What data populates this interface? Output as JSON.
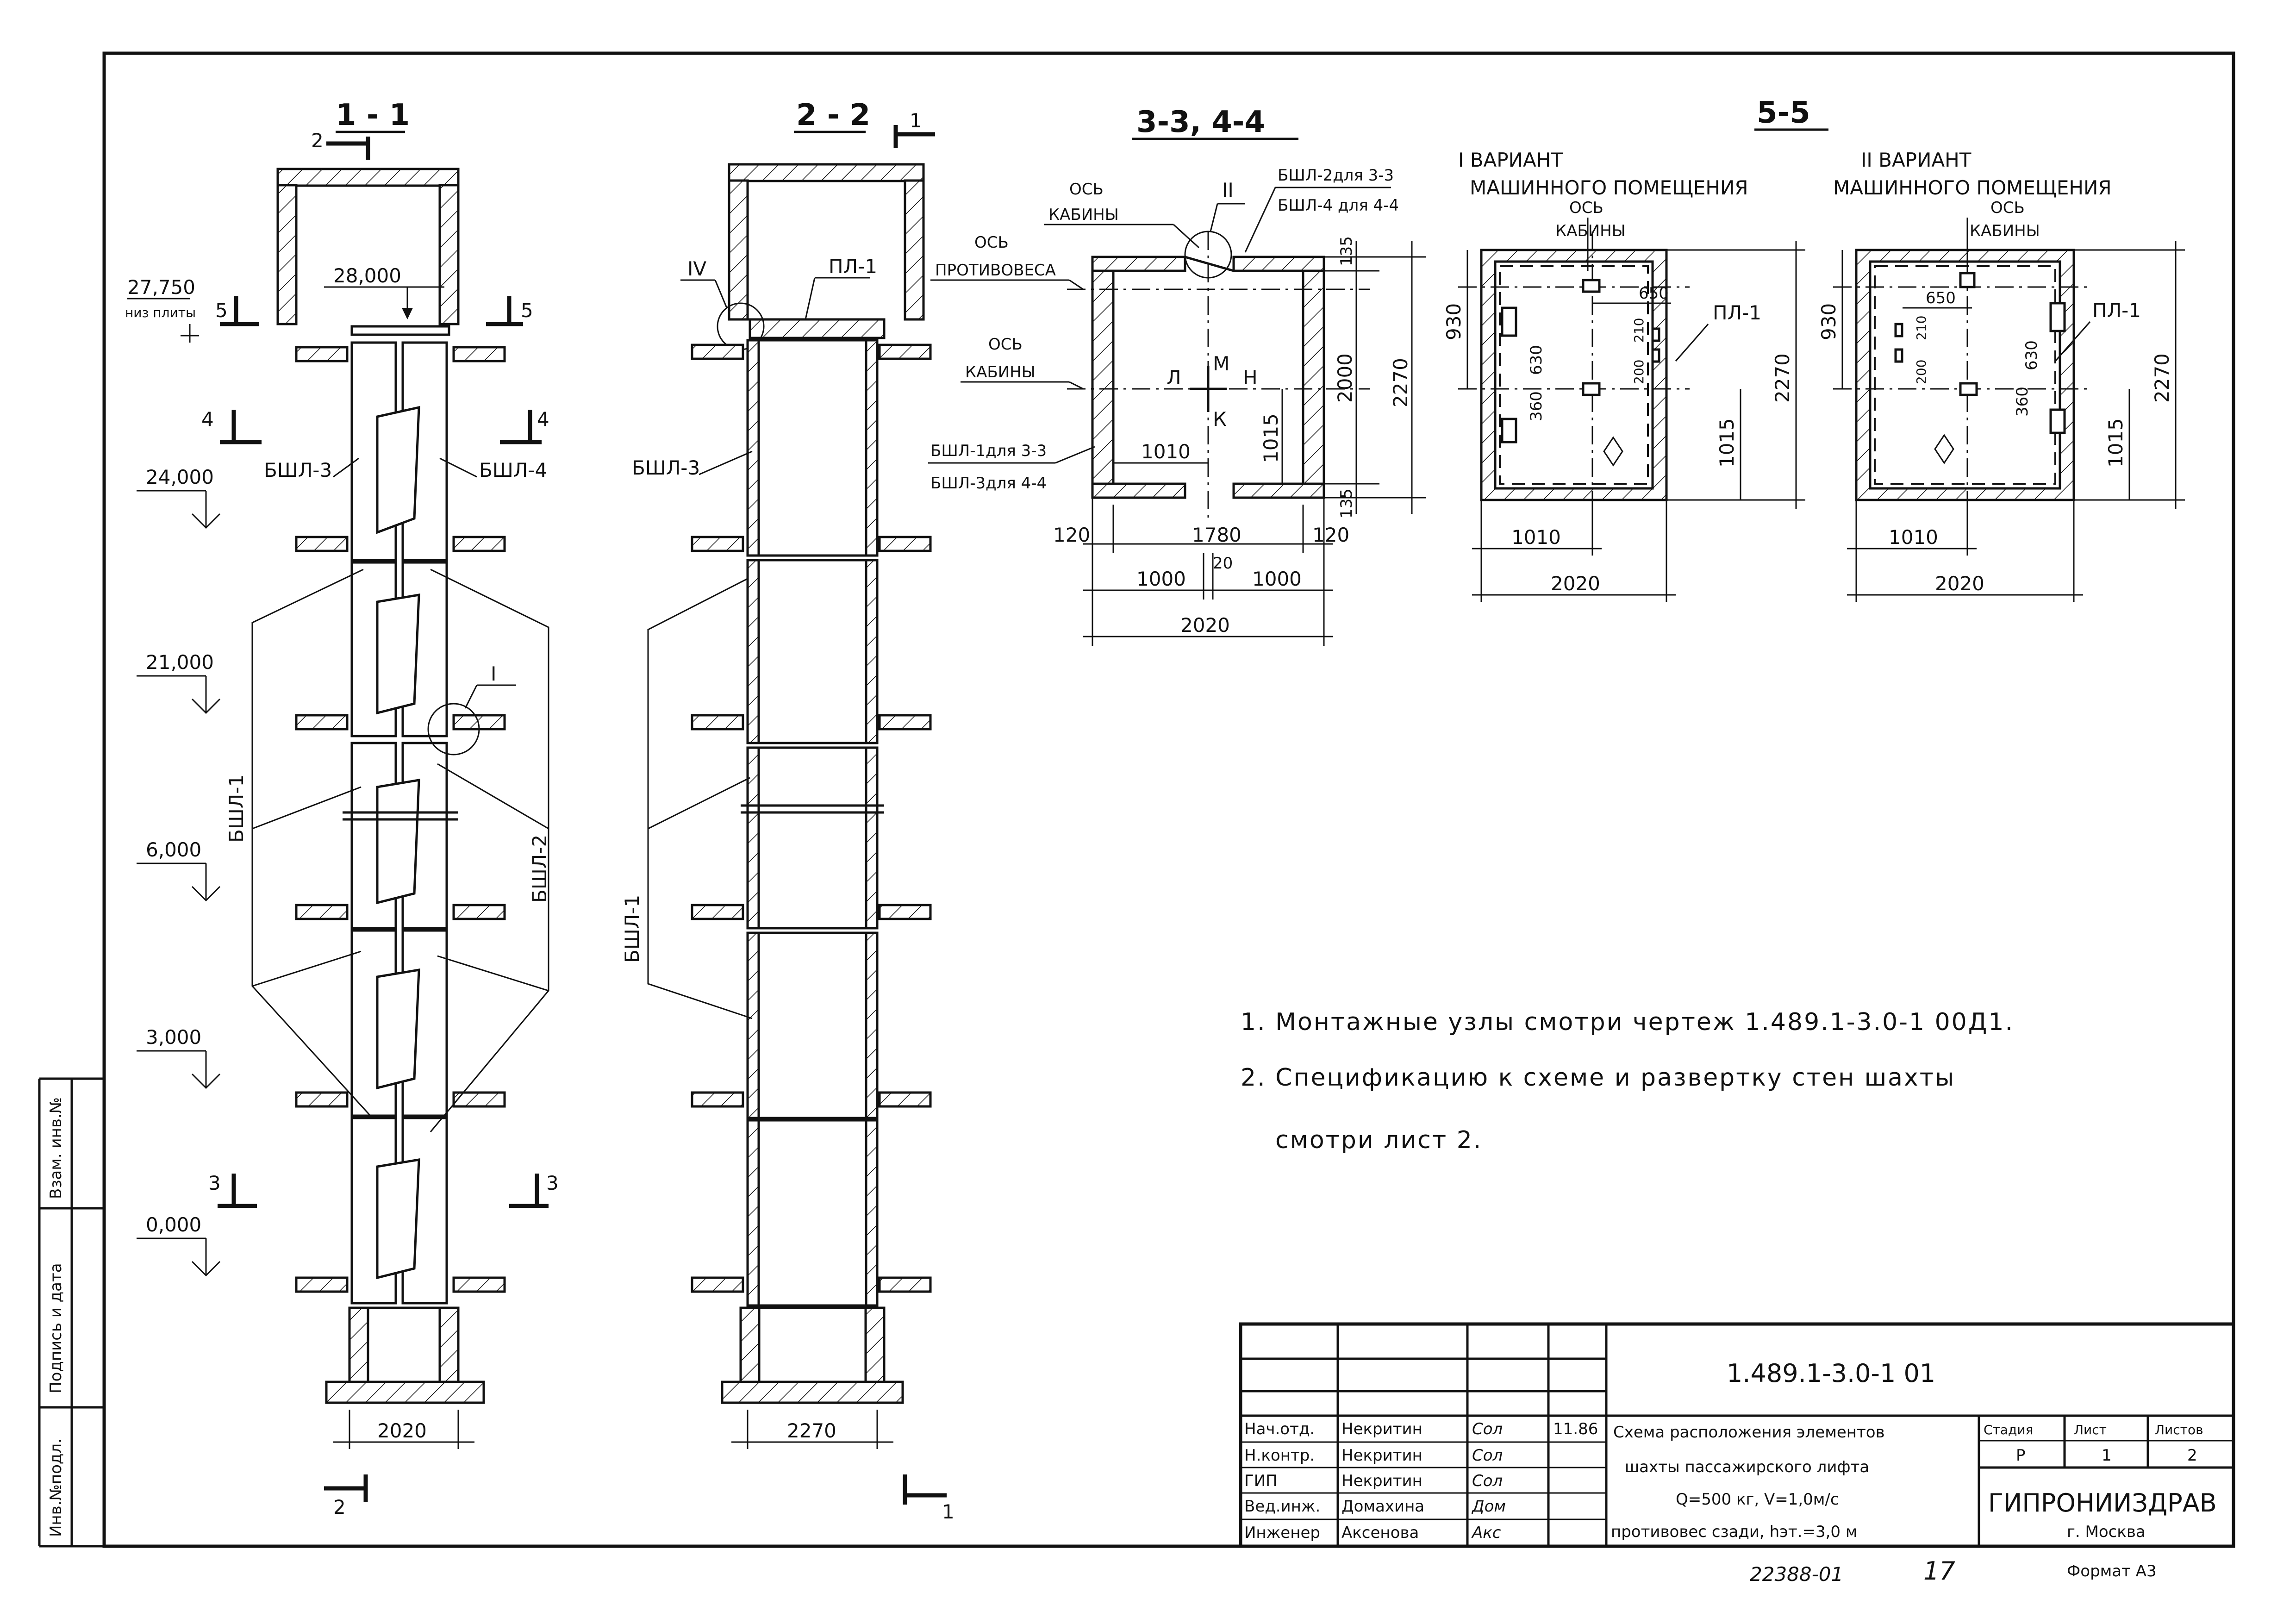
{
  "sections": {
    "s11": {
      "title": "1 - 1",
      "cut_top": "2",
      "cut_bottom": "2",
      "width_dim": "2020"
    },
    "s22": {
      "title": "2 - 2",
      "cut_top": "1",
      "cut_bottom": "1",
      "width_dim": "2270"
    },
    "s33": {
      "title": "3-3, 4-4"
    },
    "s55": {
      "title": "5-5"
    }
  },
  "levels": {
    "l27750": "27,750",
    "l27750_sub": "низ плиты",
    "l28000": "28,000",
    "l24000": "24,000",
    "l21000": "21,000",
    "l6000": "6,000",
    "l3000": "3,000",
    "l0000": "0,000"
  },
  "marks": {
    "cut5": "5",
    "cut4": "4",
    "cut3": "3",
    "bshl1": "БШЛ-1",
    "bshl2": "БШЛ-2",
    "bshl3": "БШЛ-3",
    "bshl4": "БШЛ-4",
    "node1": "I",
    "node2": "II",
    "node4": "IV",
    "pl1": "ПЛ-1"
  },
  "plan33": {
    "axis_cabin": "ОСЬ",
    "axis_cabin2": "КАБИНЫ",
    "axis_cw": "ОСЬ",
    "axis_cw2": "ПРОТИВОВЕСА",
    "axis_cabin_b": "ОСЬ",
    "axis_cabin_b2": "КАБИНЫ",
    "bshl2_note": "БШЛ-2для 3-3",
    "bshl4_note": "БШЛ-4 для 4-4",
    "bshl1_note": "БШЛ-1для 3-3",
    "bshl3_note": "БШЛ-3для 4-4",
    "dir_m": "М",
    "dir_l": "Л",
    "dir_n": "Н",
    "dir_k": "К",
    "d1010": "1010",
    "d1015": "1015",
    "d135a": "135",
    "d135b": "135",
    "d2000": "2000",
    "d2270": "2270",
    "d120a": "120",
    "d1780": "1780",
    "d120b": "120",
    "d1000a": "1000",
    "d20": "20",
    "d1000b": "1000",
    "d2020": "2020"
  },
  "plan55": {
    "var1_a": "I ВАРИАНТ",
    "var1_b": "МАШИННОГО ПОМЕЩЕНИЯ",
    "var2_a": "II ВАРИАНТ",
    "var2_b": "МАШИННОГО ПОМЕЩЕНИЯ",
    "axis1_a": "ОСЬ",
    "axis1_b": "КАБИНЫ",
    "axis2_a": "ОСЬ",
    "axis2_b": "КАБИНЫ",
    "pl1_a": "ПЛ-1",
    "pl1_b": "ПЛ-1",
    "v1_650": "650",
    "v1_210": "210",
    "v1_200": "200",
    "v1_630": "630",
    "v1_360": "360",
    "v1_930": "930",
    "v1_2270": "2270",
    "v1_1015": "1015",
    "v1_1010": "1010",
    "v1_2020": "2020",
    "v2_650": "650",
    "v2_210": "210",
    "v2_200": "200",
    "v2_630": "630",
    "v2_360": "360",
    "v2_930": "930",
    "v2_2270": "2270",
    "v2_1015": "1015",
    "v2_1010": "1010",
    "v2_2020": "2020"
  },
  "notes": {
    "n1": "1. Монтажные узлы смотри чертеж 1.489.1-3.0-1 00Д1.",
    "n2": "2. Спецификацию к схеме и развертку стен шахты",
    "n3": "смотри лист 2."
  },
  "side_stamp": {
    "inv_podl": "Инв.№подл.",
    "podpis": "Подпись и дата",
    "vzam": "Взам. инв.№"
  },
  "title_block": {
    "code": "1.489.1-3.0-1 01",
    "rows": [
      {
        "role": "Нач.отд.",
        "name": "Некритин",
        "sign": "Сол",
        "date": "11.86"
      },
      {
        "role": "Н.контр.",
        "name": "Некритин",
        "sign": "Сол",
        "date": ""
      },
      {
        "role": "ГИП",
        "name": "Некритин",
        "sign": "Сол",
        "date": ""
      },
      {
        "role": "Вед.инж.",
        "name": "Домахина",
        "sign": "Дом",
        "date": ""
      },
      {
        "role": "Инженер",
        "name": "Аксенова",
        "sign": "Акс",
        "date": ""
      }
    ],
    "desc1": "Схема расположения элементов",
    "desc2": "шахты пассажирского лифта",
    "desc3": "Q=500 кг, V=1,0м/с",
    "desc4": "противовес сзади, hэт.=3,0 м",
    "stage_h": "Стадия",
    "sheet_h": "Лист",
    "sheets_h": "Листов",
    "stage": "Р",
    "sheet": "1",
    "sheets": "2",
    "org": "ГИПРОНИИЗДРАВ",
    "city": "г. Москва",
    "format": "Формат А3",
    "archive": "22388-01",
    "page": "17"
  }
}
